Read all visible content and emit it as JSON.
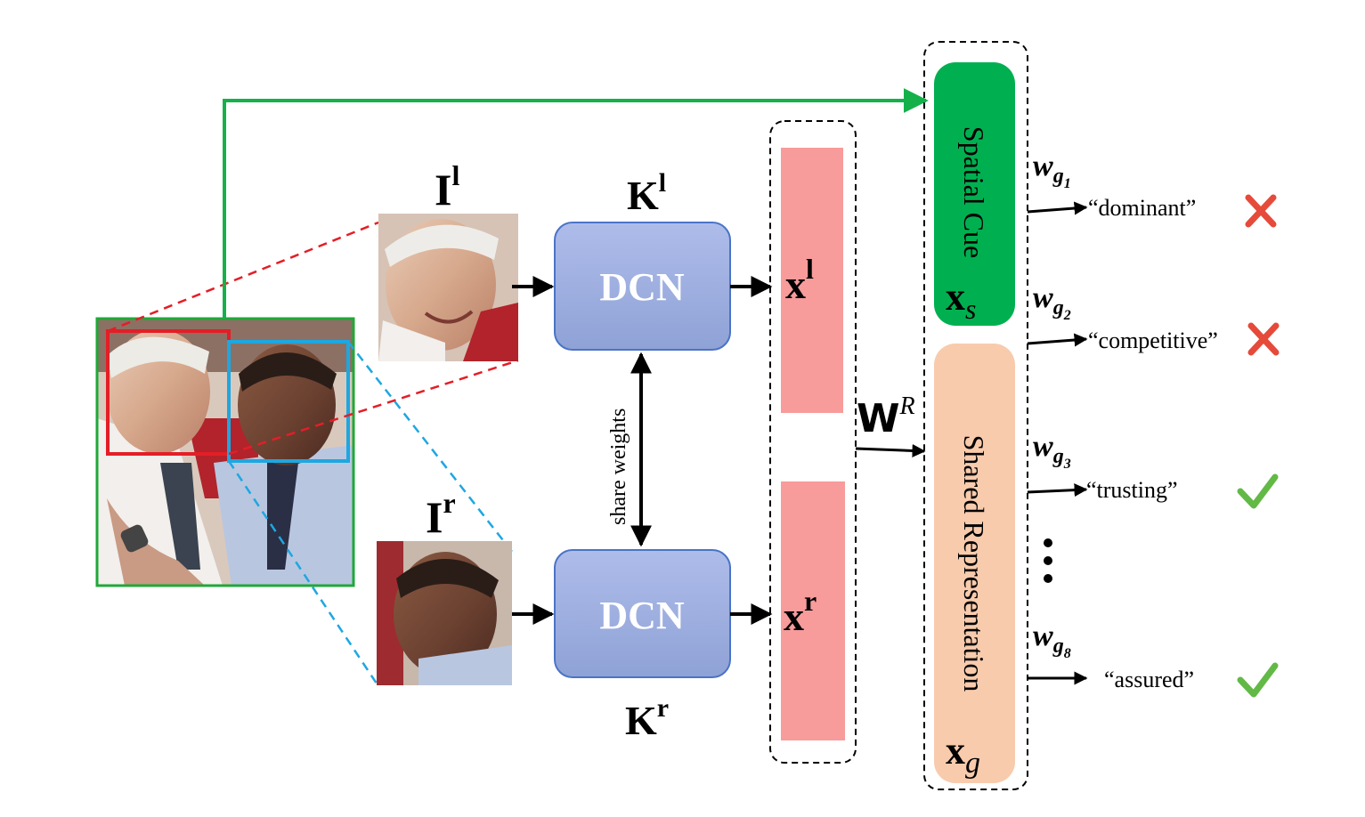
{
  "inputs": {
    "left_image_label": "I",
    "left_image_sup": "l",
    "right_image_label": "I",
    "right_image_sup": "r"
  },
  "networks": {
    "top_name": "DCN",
    "bottom_name": "DCN",
    "top_kernel_label": "K",
    "top_kernel_sup": "l",
    "bottom_kernel_label": "K",
    "bottom_kernel_sup": "r",
    "share_label": "share weights"
  },
  "features": {
    "left_label": "x",
    "left_sup": "l",
    "right_label": "x",
    "right_sup": "r"
  },
  "projection": {
    "label": "W",
    "sup": "R"
  },
  "spatial": {
    "title": "Spatial Cue",
    "var": "x",
    "sub": "s"
  },
  "shared": {
    "title": "Shared Representation",
    "var": "x",
    "sub": "g"
  },
  "outputs": [
    {
      "w": "w",
      "g": "g",
      "idx": "1",
      "word": "“dominant”",
      "result": "cross"
    },
    {
      "w": "w",
      "g": "g",
      "idx": "2",
      "word": "“competitive”",
      "result": "cross"
    },
    {
      "w": "w",
      "g": "g",
      "idx": "3",
      "word": "“trusting”",
      "result": "check"
    },
    {
      "w": "w",
      "g": "g",
      "idx": "8",
      "word": "“assured”",
      "result": "check"
    }
  ],
  "colors": {
    "green_arrow": "#14b14b",
    "spatial_box": "#00b050",
    "shared_box": "#f8cbad",
    "feature_bar": "#f79b9b",
    "dcn_box": "#9fb0dc",
    "dcn_border": "#4a74c6",
    "red_box": "#e41e26",
    "blue_box": "#1ea7e0",
    "cross": "#e64a3a",
    "check": "#62b946"
  }
}
